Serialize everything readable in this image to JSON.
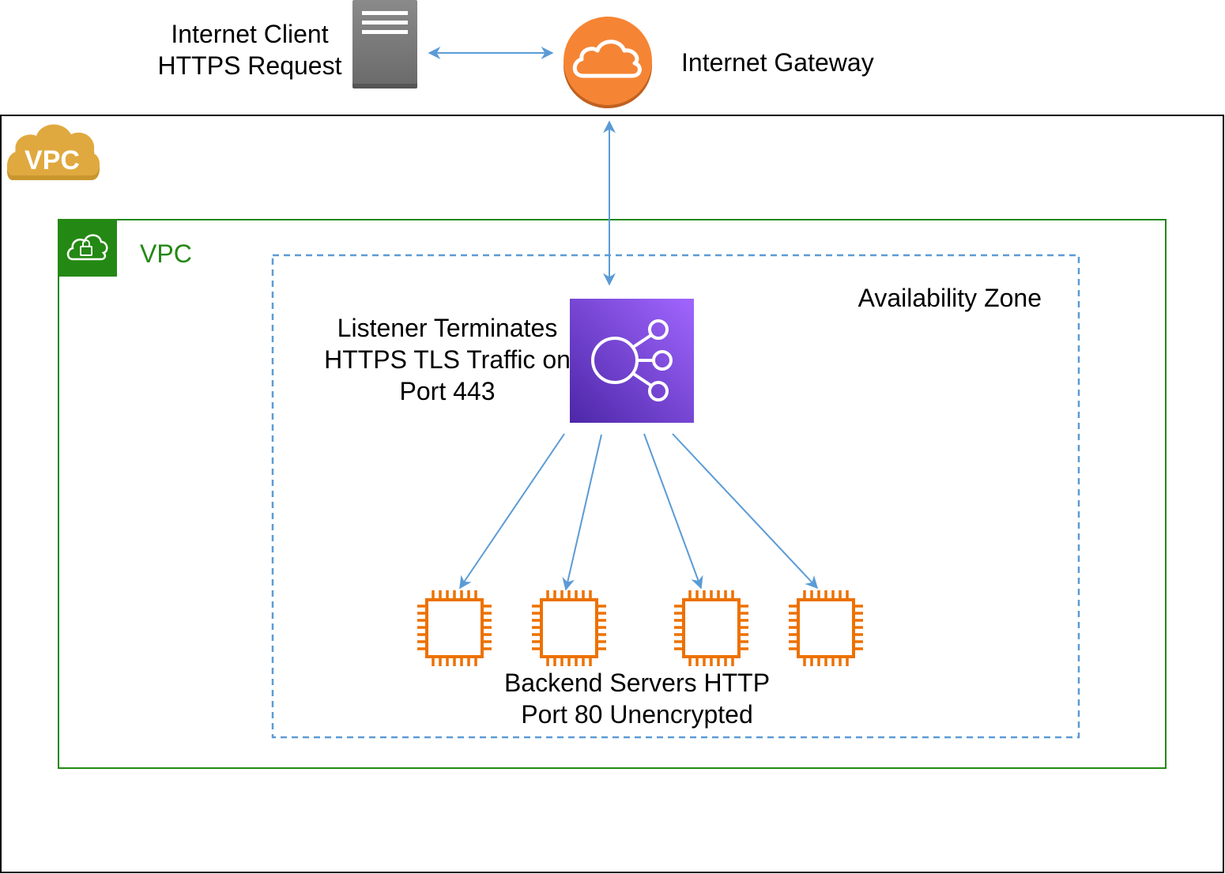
{
  "diagram": {
    "client": {
      "label_line1": "Internet Client",
      "label_line2": "HTTPS Request",
      "icon": "server-icon"
    },
    "gateway": {
      "label": "Internet Gateway",
      "icon": "internet-gateway-cloud-icon"
    },
    "outer_vpc": {
      "badge_text": "VPC",
      "icon": "vpc-cloud-badge-icon"
    },
    "inner_vpc": {
      "label": "VPC",
      "icon": "vpc-lock-cloud-icon"
    },
    "availability_zone": {
      "label": "Availability Zone"
    },
    "load_balancer": {
      "label_line1": "Listener Terminates",
      "label_line2": "HTTPS TLS Traffic on",
      "label_line3": "Port 443",
      "icon": "elastic-load-balancer-icon"
    },
    "backend": {
      "label_line1": "Backend Servers HTTP",
      "label_line2": "Port 80 Unencrypted",
      "server_count": 4,
      "icon": "ec2-instance-chip-icon"
    }
  },
  "colors": {
    "arrow": "#5b9bd5",
    "vpc_green": "#248814",
    "gateway_orange": "#f58534",
    "vpc_badge_gold": "#d9a741",
    "elb_purple": "#8c4fff",
    "ec2_orange": "#ed7100",
    "server_gray": "#7d7d7d"
  }
}
